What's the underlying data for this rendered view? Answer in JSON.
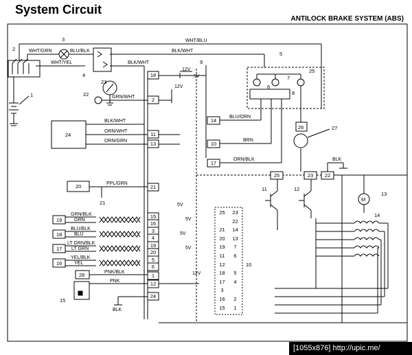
{
  "header": {
    "title": "System Circuit",
    "subtitle": "ANTILOCK BRAKE SYSTEM (ABS)"
  },
  "watermark": "[1055x876] http://upic.me/",
  "wires": {
    "wht_blu": "WHT/BLU",
    "blu_blk": "BLU/BLK",
    "wht_grn": "WHT/GRN",
    "blk_wht_top": "BLK/WHT",
    "wht_yel": "WHT/YEL",
    "blk_wht_mid": "BLK/WHT",
    "grn_wht": "GRN/WHT",
    "blu_orn": "BLU/ORN",
    "blk_wht_24": "BLK/WHT",
    "orn_wht": "ORN/WHT",
    "orn_grn": "ORN/GRN",
    "brn": "BRN",
    "orn_blk": "ORN/BLK",
    "blk_gnd": "BLK",
    "ppl_grn": "PPL/GRN",
    "grn_blk": "GRN/BLK",
    "grn": "GRN",
    "blu_blk2": "BLU/BLK",
    "blu": "BLU",
    "lt_grn_blk": "LT GRN/BLK",
    "lt_grn": "LT GRN",
    "yel_blk": "YEL/BLK",
    "yel": "YEL",
    "pnk_blk": "PNK/BLK",
    "pnk": "PNK",
    "blk_bottom": "BLK"
  },
  "voltages": {
    "v12_a": "12V",
    "v5_a": "5V",
    "v12_b": "12V",
    "v5_1": "5V",
    "v5_2": "5V",
    "v5_3": "5V",
    "v5_4": "5V",
    "v12_c": "12V"
  },
  "component_numbers": {
    "c1": "1",
    "c2": "2",
    "c3": "3",
    "c4": "4",
    "c5": "5",
    "c6": "6",
    "c7": "7",
    "c8": "8",
    "c9": "9",
    "c10": "10",
    "c11": "11",
    "c12": "12",
    "c13": "13",
    "c14": "14",
    "c15": "15",
    "c16": "16",
    "c17": "17",
    "c18": "18",
    "c19": "19",
    "c20": "20",
    "c21": "21",
    "c22": "22",
    "c23": "23",
    "c24": "24",
    "c25": "25",
    "c26": "26",
    "c27": "27",
    "c28": "28",
    "m": "M"
  },
  "left_terminals": [
    "18",
    "2",
    "11",
    "13",
    "21",
    "15",
    "16",
    "3",
    "4",
    "19",
    "20",
    "5",
    "6",
    "1",
    "12",
    "24"
  ],
  "right_terminals": [
    "14",
    "10",
    "17",
    "25",
    "23",
    "22"
  ],
  "connector10": {
    "rows": [
      [
        "25",
        "23"
      ],
      [
        "",
        "22"
      ],
      [
        "21",
        "14"
      ],
      [
        "20",
        "13"
      ],
      [
        "19",
        "7"
      ],
      [
        "11",
        "6"
      ],
      [
        "12",
        ""
      ],
      [
        "18",
        "5"
      ],
      [
        "17",
        "4"
      ],
      [
        "3",
        ""
      ],
      [
        "16",
        "2"
      ],
      [
        "15",
        "1"
      ]
    ]
  }
}
